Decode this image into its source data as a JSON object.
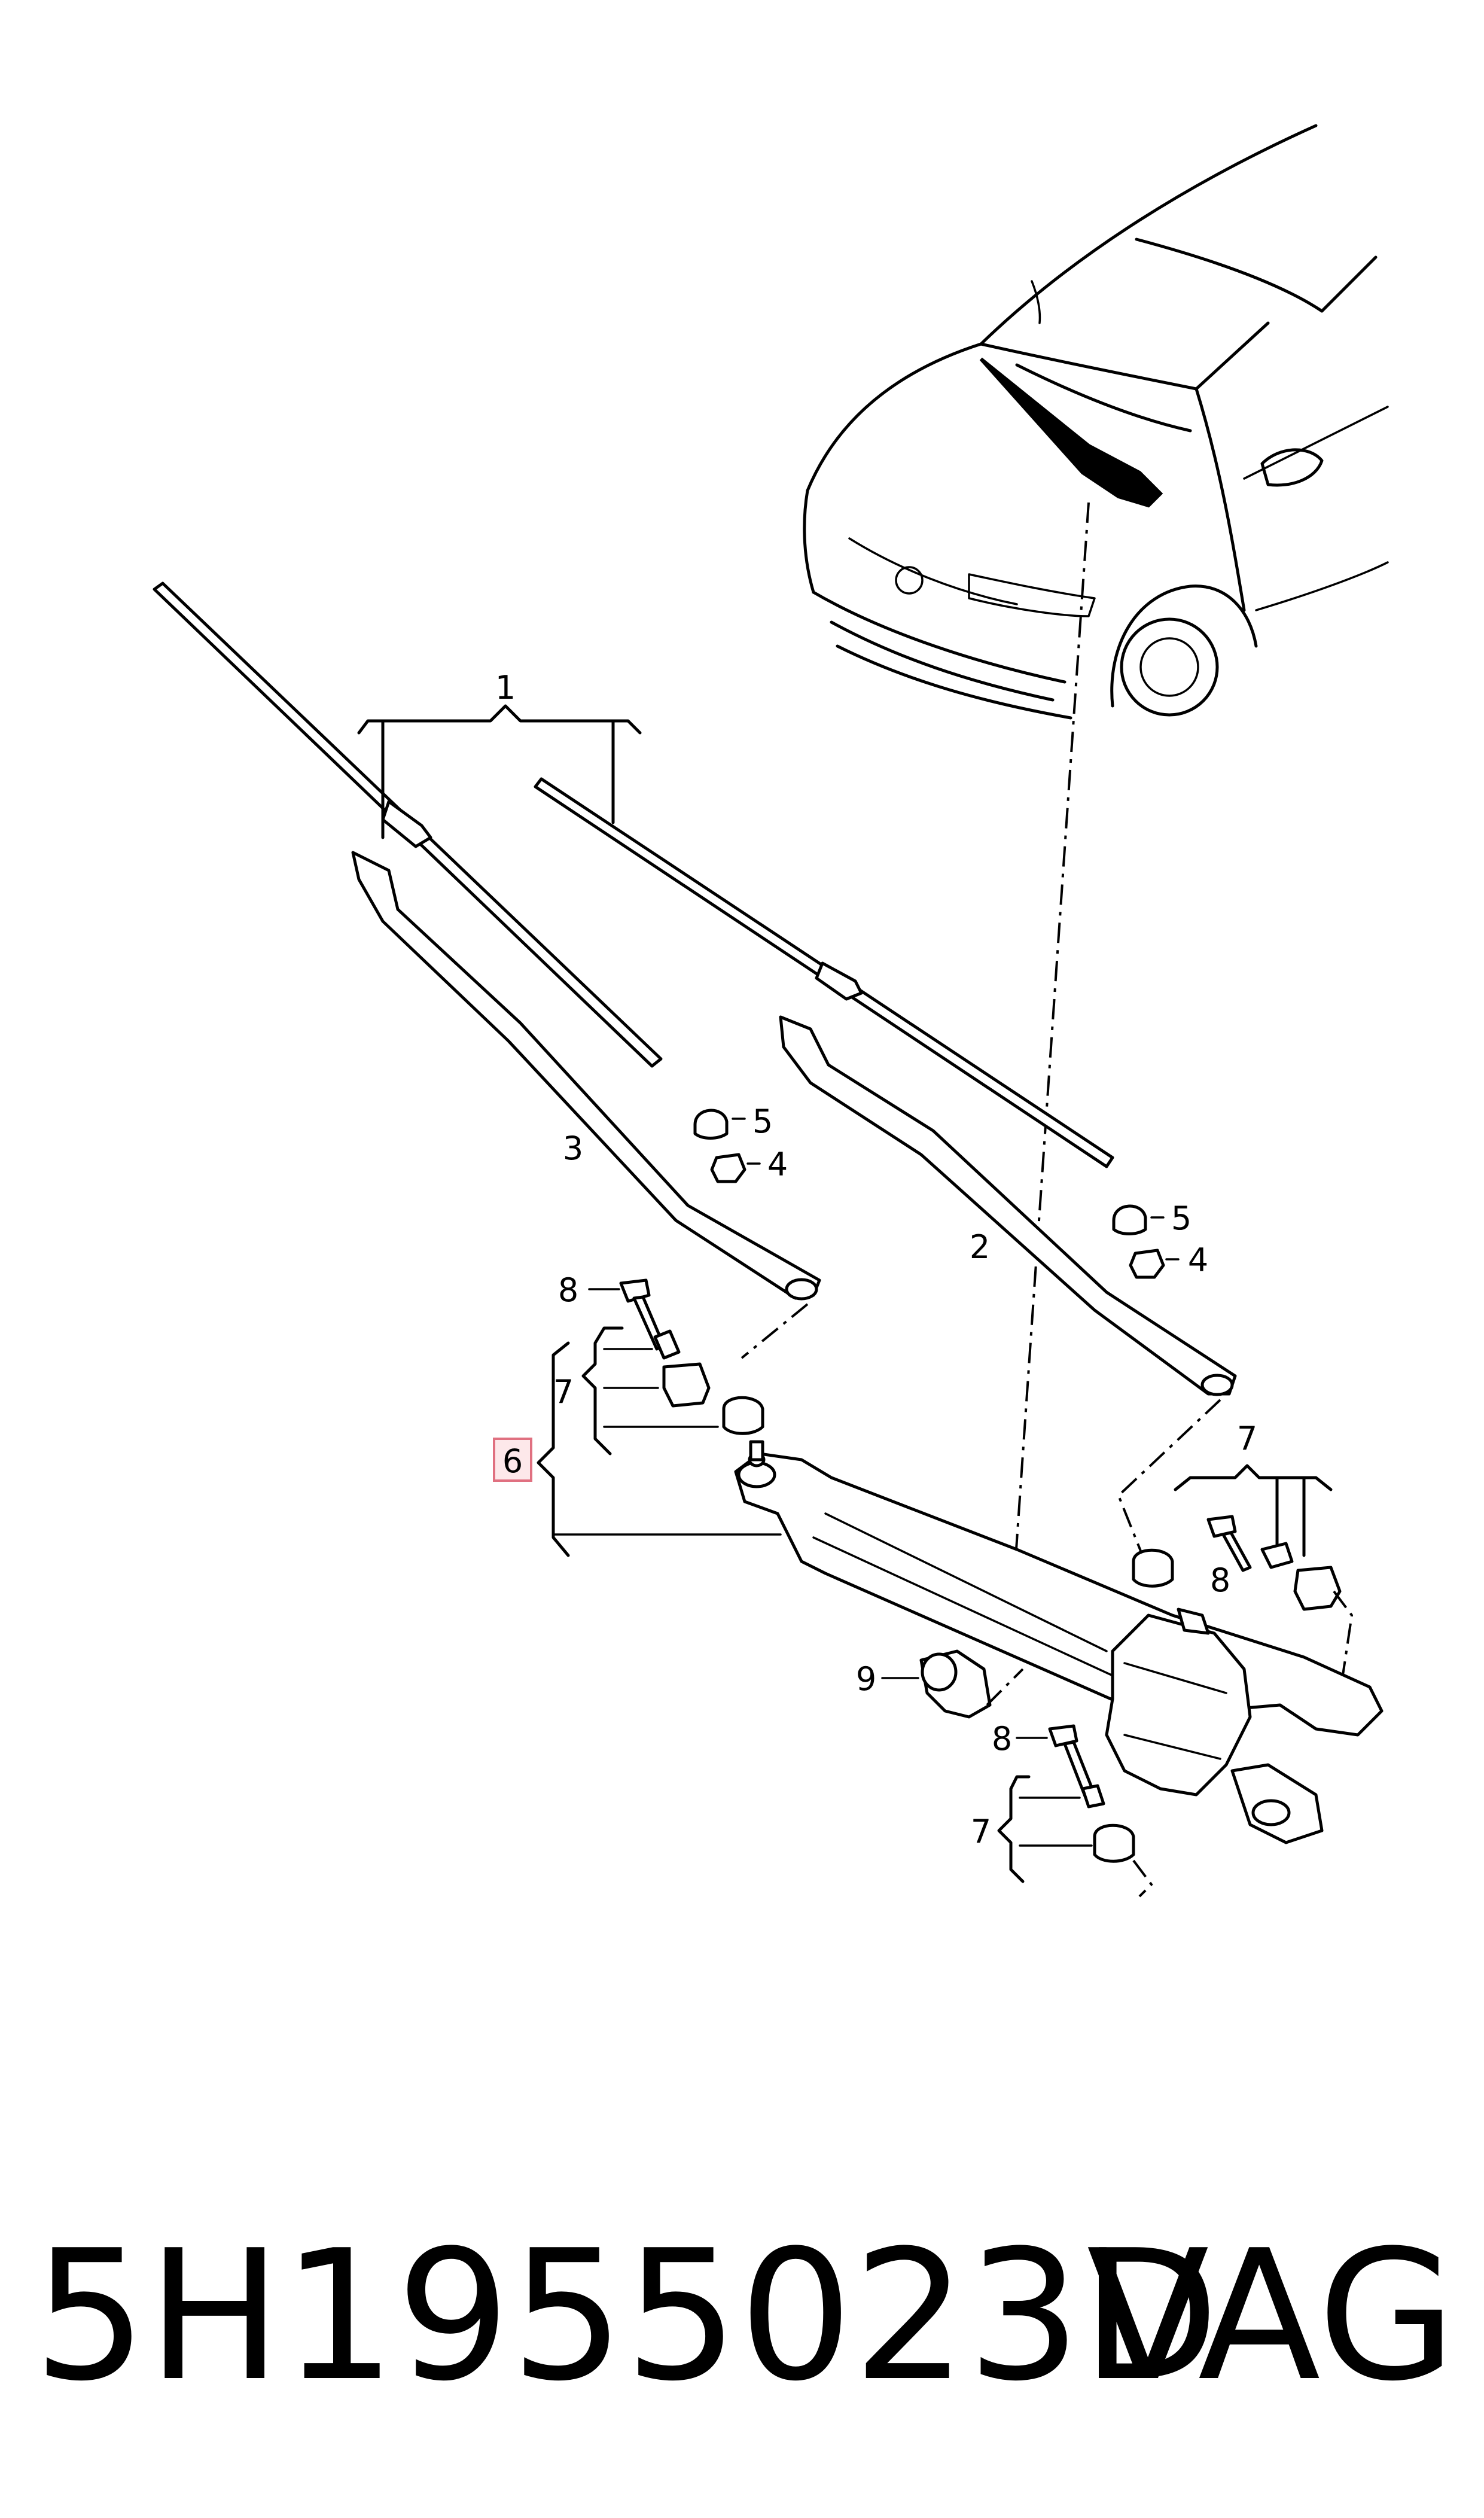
{
  "callouts": {
    "c1": "1",
    "c2": "2",
    "c3": "3",
    "c4a": "4",
    "c4b": "4",
    "c5a": "5",
    "c5b": "5",
    "c6": "6",
    "c7a": "7",
    "c7b": "7",
    "c7c": "7",
    "c8a": "8",
    "c8b": "8",
    "c8c": "8",
    "c9": "9"
  },
  "footer": {
    "part_number": "5H1955023D",
    "brand": "VAG"
  },
  "colors": {
    "highlight_border": "#e07080",
    "highlight_fill": "#fde8ea",
    "line": "#000000"
  }
}
